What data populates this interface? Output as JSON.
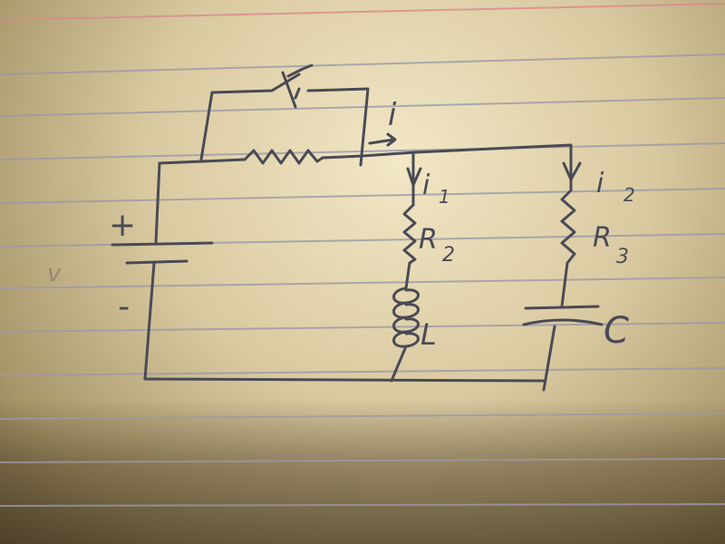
{
  "colors": {
    "paper": "#e8dcb8",
    "ruled_line": "#9a9aa8",
    "margin_line": "#d98a8a",
    "ink": "#4a4a55"
  },
  "labels": {
    "current_total": "i",
    "current_1": "i",
    "current_1_sub": "1",
    "current_2": "i",
    "current_2_sub": "2",
    "resistor_2": "R",
    "resistor_2_sub": "2",
    "resistor_3": "R",
    "resistor_3_sub": "3",
    "inductor": "L",
    "capacitor": "C",
    "battery_plus": "+",
    "battery_minus": "-",
    "voltage": "v"
  }
}
